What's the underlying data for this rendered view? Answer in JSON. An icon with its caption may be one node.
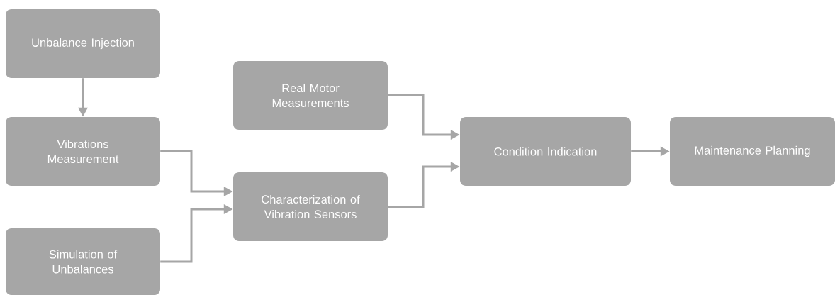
{
  "diagram": {
    "nodes": [
      {
        "text": [
          "Unbalance Injection"
        ]
      },
      {
        "text": [
          "Vibrations Measurement"
        ]
      },
      {
        "text": [
          "Simulation of Unbalances"
        ]
      },
      {
        "text": [
          "Real Motor Measurements"
        ]
      },
      {
        "text": [
          "Characterization of Vibration Sensors"
        ]
      },
      {
        "text": [
          "Condition Indication"
        ]
      },
      {
        "text": [
          "Maintenance Planning"
        ]
      }
    ],
    "edges": [
      {
        "from": 0,
        "to": 1,
        "arrow": "to"
      },
      {
        "from": 1,
        "to": 4,
        "arrow": "to"
      },
      {
        "from": 2,
        "to": 4,
        "arrow": "to"
      },
      {
        "from": 3,
        "to": 5,
        "arrow": "to"
      },
      {
        "from": 4,
        "to": 5,
        "arrow": "to"
      },
      {
        "from": 5,
        "to": 6,
        "arrow": "to"
      }
    ]
  }
}
